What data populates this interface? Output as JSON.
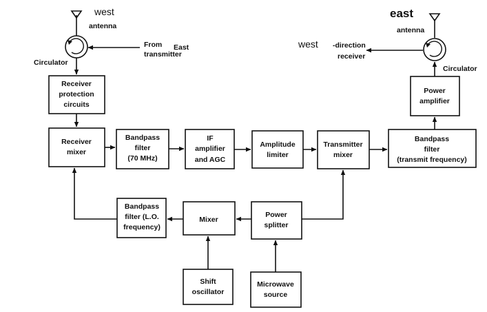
{
  "labels": {
    "west": "west",
    "west_antenna": "antenna",
    "circulator_left": "Circulator",
    "from_east_line1": "From",
    "from_east_line1b": "East",
    "from_east_line2": "transmitter",
    "east": "east",
    "east_antenna": "antenna",
    "circulator_right": "Circulator",
    "west_direction": "west",
    "west_direction_2": "-direction",
    "west_direction_3": "receiver"
  },
  "blocks": {
    "receiver_protection": [
      "Receiver",
      "protection",
      "circuits"
    ],
    "receiver_mixer": [
      "Receiver",
      "mixer"
    ],
    "bandpass_70": [
      "Bandpass",
      "filter",
      "(70 MHz)"
    ],
    "if_amp": [
      "IF",
      "amplifier",
      "and AGC"
    ],
    "amp_limiter": [
      "Amplitude",
      "limiter"
    ],
    "tx_mixer": [
      "Transmitter",
      "mixer"
    ],
    "bandpass_tx": [
      "Bandpass",
      "filter",
      "(transmit frequency)"
    ],
    "power_amp": [
      "Power",
      "amplifier"
    ],
    "bandpass_lo": [
      "Bandpass",
      "filter (L.O.",
      "frequency)"
    ],
    "mixer": [
      "Mixer"
    ],
    "power_splitter": [
      "Power",
      "splitter"
    ],
    "shift_osc": [
      "Shift",
      "oscillator"
    ],
    "microwave": [
      "Microwave",
      "source"
    ]
  }
}
